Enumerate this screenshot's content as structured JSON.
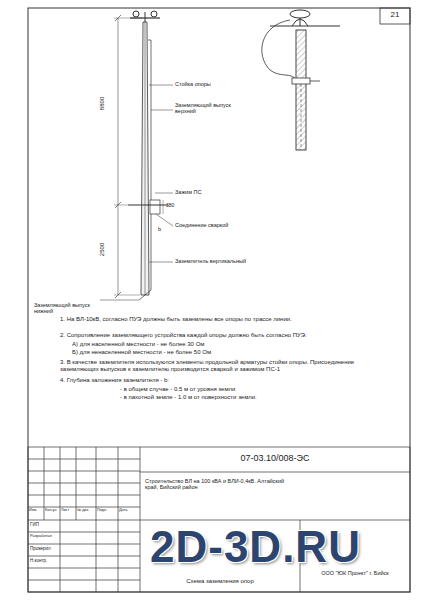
{
  "diagram": {
    "labels": [
      "21",
      "Стойка опоры",
      "Заземляющий выпуск верхний",
      "Зажим ПС",
      "380",
      "b",
      "Соединение сваркой",
      "Заземлитель вертикальный",
      "Заземляющий выпуск нижний",
      "8800",
      "2500",
      "1. На ВЛ-10кВ, согласно ПУЭ должны быть заземлены все опоры по трассе линии.",
      "2. Сопротивление заземляющего устройства каждой опоры должно быть согласно ПУЭ:",
      "А) для населенной местности - не более 30 Ом",
      "Б) для ненаселенной местности - не более 50 Ом",
      "3. В качестве заземлителя используются элементы продольной арматуры стойки опоры. Присоединение заземляющих выпусков к заземлителю производится сваркой и зажимом ПС-1",
      "4. Глубина заложения заземлителя - b:",
      "- в общем случае - 0.5 м от уровня земли",
      "- в пахотной земле - 1.0 м от поверхности земли.",
      "07-03.10/008-ЭС",
      "Строительство ВЛ на 100 кВА и ВЛИ-0,4кВ. Алтайский край, Бийский район",
      "Изм.",
      "Кол.уч",
      "Лист",
      "№ док.",
      "Подп.",
      "Дата",
      "ГИП",
      "Разработал",
      "Проверил",
      "Н.контр.",
      "Схема заземления опор",
      "ООО \"ЮК Проект\" г. Бийск",
      "2D-3D.RU"
    ]
  }
}
